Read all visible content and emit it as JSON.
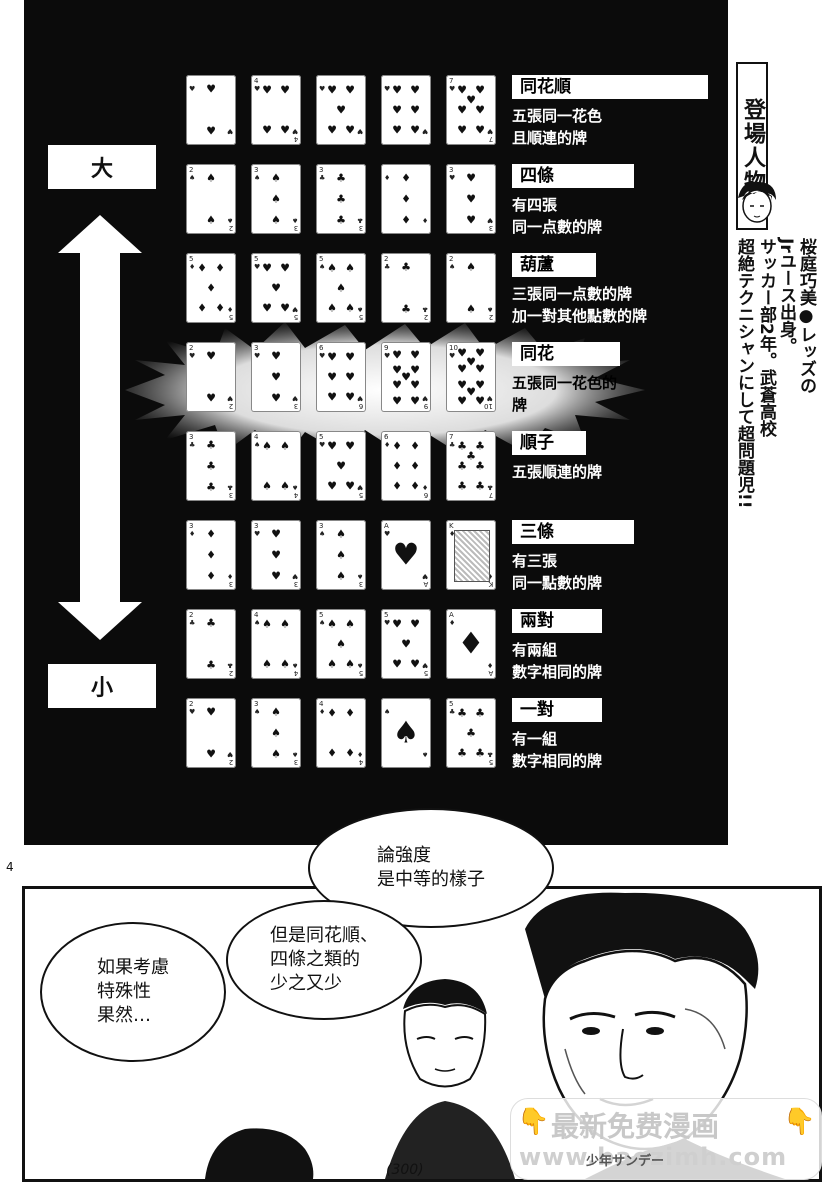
{
  "size_scale": {
    "big": "大",
    "small": "小"
  },
  "hands": [
    {
      "name": "同花順",
      "desc": [
        "五張同一花色",
        "且順連的牌"
      ],
      "cards": [
        {
          "rank": "",
          "suit": "♥",
          "n": 2
        },
        {
          "rank": "4",
          "suit": "♥",
          "n": 4
        },
        {
          "rank": "",
          "suit": "♥",
          "n": 5
        },
        {
          "rank": "",
          "suit": "♥",
          "n": 6
        },
        {
          "rank": "7",
          "suit": "♥",
          "n": 7
        }
      ]
    },
    {
      "name": "四條",
      "desc": [
        "有四張",
        "同一点數的牌"
      ],
      "cards": [
        {
          "rank": "2",
          "suit": "♠",
          "n": 2
        },
        {
          "rank": "3",
          "suit": "♠",
          "n": 3
        },
        {
          "rank": "3",
          "suit": "♣",
          "n": 3
        },
        {
          "rank": "",
          "suit": "♦",
          "n": 3
        },
        {
          "rank": "3",
          "suit": "♥",
          "n": 3
        }
      ]
    },
    {
      "name": "葫蘆",
      "desc": [
        "三張同一点數的牌",
        "加一對其他點數的牌"
      ],
      "cards": [
        {
          "rank": "5",
          "suit": "♦",
          "n": 5
        },
        {
          "rank": "5",
          "suit": "♥",
          "n": 5
        },
        {
          "rank": "5",
          "suit": "♠",
          "n": 5
        },
        {
          "rank": "2",
          "suit": "♣",
          "n": 2
        },
        {
          "rank": "2",
          "suit": "♠",
          "n": 2
        }
      ]
    },
    {
      "name": "同花",
      "desc": [
        "五張同一花色的",
        "牌"
      ],
      "cards": [
        {
          "rank": "2",
          "suit": "♥",
          "n": 2
        },
        {
          "rank": "3",
          "suit": "♥",
          "n": 3
        },
        {
          "rank": "6",
          "suit": "♥",
          "n": 6
        },
        {
          "rank": "9",
          "suit": "♥",
          "n": 9
        },
        {
          "rank": "10",
          "suit": "♥",
          "n": 10
        }
      ]
    },
    {
      "name": "順子",
      "desc": [
        "五張順連的牌"
      ],
      "cards": [
        {
          "rank": "3",
          "suit": "♣",
          "n": 3
        },
        {
          "rank": "4",
          "suit": "♠",
          "n": 4
        },
        {
          "rank": "5",
          "suit": "♥",
          "n": 5
        },
        {
          "rank": "6",
          "suit": "♦",
          "n": 6
        },
        {
          "rank": "7",
          "suit": "♣",
          "n": 7
        }
      ]
    },
    {
      "name": "三條",
      "desc": [
        "有三張",
        "同一點數的牌"
      ],
      "cards": [
        {
          "rank": "3",
          "suit": "♦",
          "n": 3
        },
        {
          "rank": "3",
          "suit": "♥",
          "n": 3
        },
        {
          "rank": "3",
          "suit": "♠",
          "n": 3
        },
        {
          "rank": "A",
          "suit": "♥",
          "n": 1
        },
        {
          "rank": "K",
          "suit": "♦",
          "n": 0
        }
      ]
    },
    {
      "name": "兩對",
      "desc": [
        "有兩組",
        "數字相同的牌"
      ],
      "cards": [
        {
          "rank": "2",
          "suit": "♣",
          "n": 2
        },
        {
          "rank": "4",
          "suit": "♠",
          "n": 4
        },
        {
          "rank": "5",
          "suit": "♠",
          "n": 5
        },
        {
          "rank": "5",
          "suit": "♥",
          "n": 5
        },
        {
          "rank": "A",
          "suit": "♦",
          "n": 1
        }
      ]
    },
    {
      "name": "一對",
      "desc": [
        "有一組",
        "數字相同的牌"
      ],
      "cards": [
        {
          "rank": "2",
          "suit": "♥",
          "n": 2
        },
        {
          "rank": "3",
          "suit": "♠",
          "n": 3
        },
        {
          "rank": "4",
          "suit": "♦",
          "n": 4
        },
        {
          "rank": "",
          "suit": "♠",
          "n": 1
        },
        {
          "rank": "5",
          "suit": "♣",
          "n": 5
        }
      ]
    }
  ],
  "character_panel": {
    "title": "登場人物",
    "bio_columns": [
      "桜庭巧美●レッズの",
      "Jrユース出身。",
      "サッカー部2年。武蒼高校",
      "超絶テクニシャンにして超問題児!!"
    ]
  },
  "page_number": "4",
  "folio": "(300)",
  "bubbles": {
    "one": [
      "論強度",
      "是中等的樣子"
    ],
    "two": [
      "但是同花順、",
      "四條之類的",
      "少之又少"
    ],
    "three": [
      "如果考慮",
      "特殊性",
      "果然…"
    ]
  },
  "watermark": {
    "title": "最新免费漫画",
    "url": "www.baozimh.com",
    "logo": "少年サンデー",
    "hand_icon": "👇"
  }
}
